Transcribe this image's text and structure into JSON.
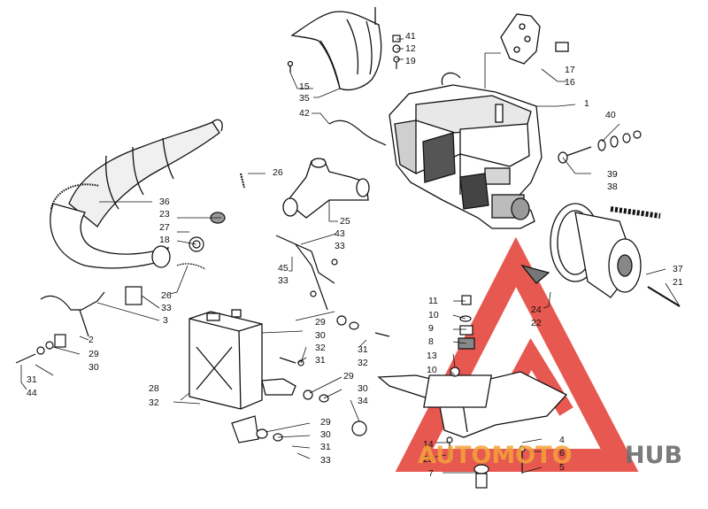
{
  "diagram": {
    "callouts": [
      {
        "id": "c41",
        "text": "41"
      },
      {
        "id": "c12",
        "text": "12"
      },
      {
        "id": "c19",
        "text": "19"
      },
      {
        "id": "c15",
        "text": "15"
      },
      {
        "id": "c35",
        "text": "35"
      },
      {
        "id": "c42",
        "text": "42"
      },
      {
        "id": "c17",
        "text": "17"
      },
      {
        "id": "c16",
        "text": "16"
      },
      {
        "id": "c1",
        "text": "1"
      },
      {
        "id": "c40",
        "text": "40"
      },
      {
        "id": "c39",
        "text": "39"
      },
      {
        "id": "c38",
        "text": "38"
      },
      {
        "id": "c26a",
        "text": "26"
      },
      {
        "id": "c36",
        "text": "36"
      },
      {
        "id": "c23",
        "text": "23"
      },
      {
        "id": "c27",
        "text": "27"
      },
      {
        "id": "c18",
        "text": "18"
      },
      {
        "id": "c25",
        "text": "25"
      },
      {
        "id": "c43",
        "text": "43"
      },
      {
        "id": "c33a",
        "text": "33"
      },
      {
        "id": "c45",
        "text": "45"
      },
      {
        "id": "c33b",
        "text": "33"
      },
      {
        "id": "c26b",
        "text": "26"
      },
      {
        "id": "c33c",
        "text": "33"
      },
      {
        "id": "c3",
        "text": "3"
      },
      {
        "id": "c2",
        "text": "2"
      },
      {
        "id": "c29a",
        "text": "29"
      },
      {
        "id": "c30a",
        "text": "30"
      },
      {
        "id": "c31a",
        "text": "31"
      },
      {
        "id": "c44",
        "text": "44"
      },
      {
        "id": "c11",
        "text": "11"
      },
      {
        "id": "c10a",
        "text": "10"
      },
      {
        "id": "c9",
        "text": "9"
      },
      {
        "id": "c8",
        "text": "8"
      },
      {
        "id": "c13",
        "text": "13"
      },
      {
        "id": "c10b",
        "text": "10"
      },
      {
        "id": "c24",
        "text": "24"
      },
      {
        "id": "c22",
        "text": "22"
      },
      {
        "id": "c37",
        "text": "37"
      },
      {
        "id": "c21",
        "text": "21"
      },
      {
        "id": "c29b",
        "text": "29"
      },
      {
        "id": "c30b",
        "text": "30"
      },
      {
        "id": "c31b",
        "text": "31"
      },
      {
        "id": "c32a",
        "text": "32"
      },
      {
        "id": "c32b",
        "text": "32"
      },
      {
        "id": "c31c",
        "text": "31"
      },
      {
        "id": "c28",
        "text": "28"
      },
      {
        "id": "c32c",
        "text": "32"
      },
      {
        "id": "c29c",
        "text": "29"
      },
      {
        "id": "c30c",
        "text": "30"
      },
      {
        "id": "c34",
        "text": "34"
      },
      {
        "id": "c29d",
        "text": "29"
      },
      {
        "id": "c30d",
        "text": "30"
      },
      {
        "id": "c31d",
        "text": "31"
      },
      {
        "id": "c33d",
        "text": "33"
      },
      {
        "id": "c14",
        "text": "14"
      },
      {
        "id": "c20",
        "text": "20"
      },
      {
        "id": "c4",
        "text": "4"
      },
      {
        "id": "c6",
        "text": "6"
      },
      {
        "id": "c7",
        "text": "7"
      },
      {
        "id": "c5",
        "text": "5"
      }
    ]
  },
  "watermark": {
    "brand_left": "AUTOMOTO",
    "brand_right": "HUB",
    "colors": {
      "red": "#e02a1f",
      "orange": "#f2a33a",
      "gray": "#6d6d6d"
    }
  }
}
